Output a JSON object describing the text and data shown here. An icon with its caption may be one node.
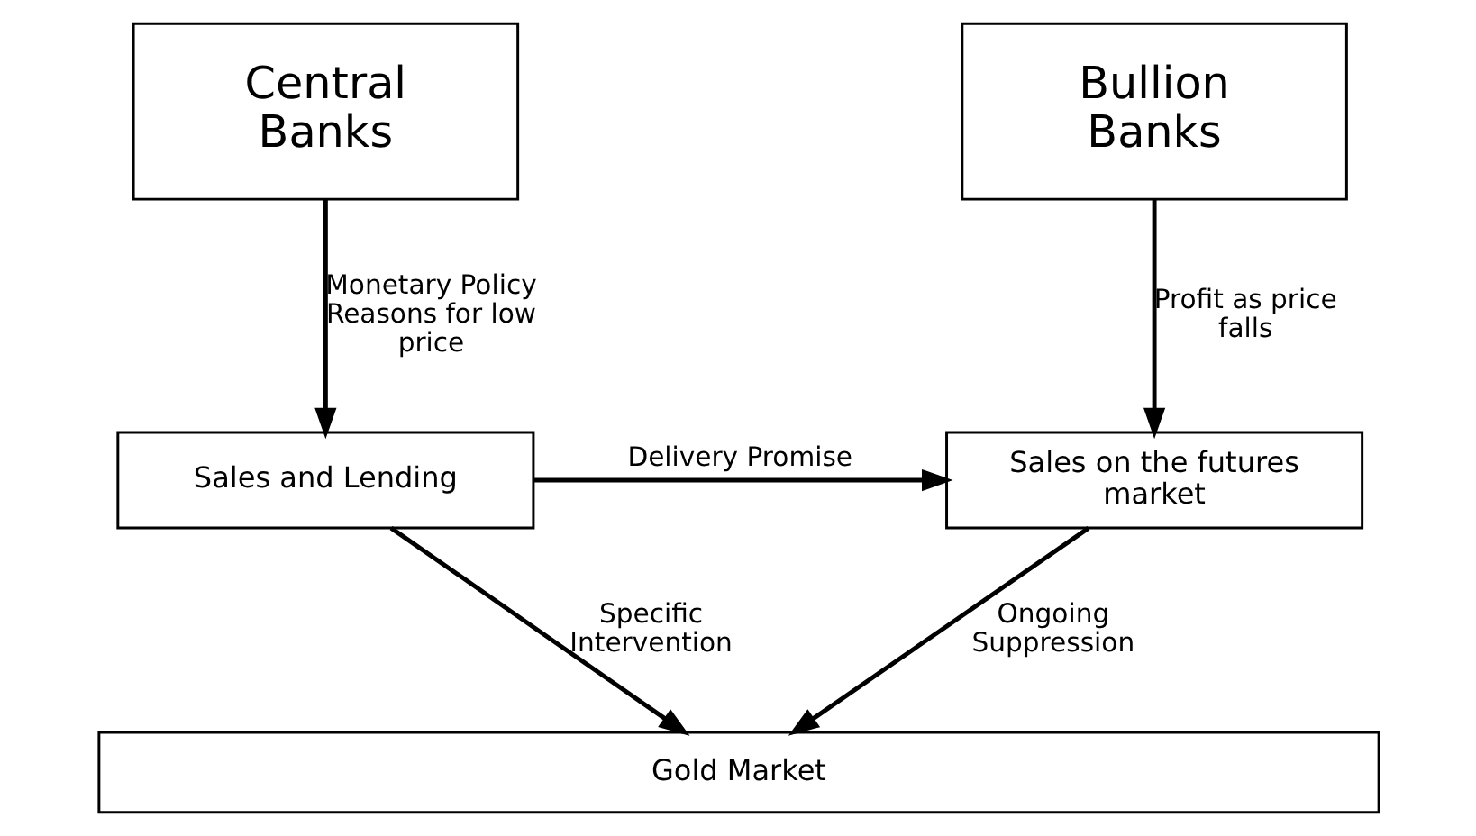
{
  "diagram": {
    "nodes": [
      {
        "text": [
          "Central Banks"
        ]
      },
      {
        "text": [
          "Bullion Banks"
        ]
      },
      {
        "text": [
          "Sales and Lending"
        ]
      },
      {
        "text": [
          "Sales on the futures market"
        ]
      },
      {
        "text": [
          "Gold Market"
        ]
      }
    ],
    "edges": [
      {
        "from": 0,
        "to": 2,
        "arrow": "to",
        "label": "Monetary Policy Reasons for low price"
      },
      {
        "from": 1,
        "to": 3,
        "arrow": "to",
        "label": "Profit as price falls"
      },
      {
        "from": 2,
        "to": 3,
        "arrow": "to",
        "label": "Delivery Promise"
      },
      {
        "from": 2,
        "to": 4,
        "arrow": "to",
        "label": "Specific Intervention"
      },
      {
        "from": 3,
        "to": 4,
        "arrow": "to",
        "label": "Ongoing Suppression"
      }
    ]
  }
}
